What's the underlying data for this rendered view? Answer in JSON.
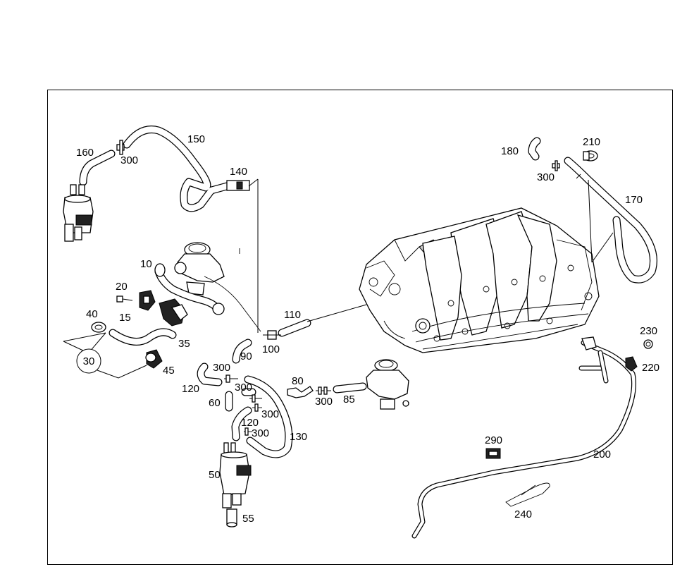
{
  "diagram": {
    "labels": {
      "l10": "10",
      "l15": "15",
      "l20": "20",
      "l30": "30",
      "l35": "35",
      "l40": "40",
      "l45": "45",
      "l50": "50",
      "l55": "55",
      "l60": "60",
      "l80": "80",
      "l85": "85",
      "l90": "90",
      "l100": "100",
      "l110": "110",
      "l120a": "120",
      "l120b": "120",
      "l130": "130",
      "l140": "140",
      "l150": "150",
      "l160": "160",
      "l170": "170",
      "l180": "180",
      "l200": "200",
      "l210": "210",
      "l220": "220",
      "l230": "230",
      "l240": "240",
      "l290": "290",
      "l300a": "300",
      "l300b": "300",
      "l300c": "300",
      "l300d": "300",
      "l300e": "300",
      "l300f": "300",
      "l300g": "300"
    }
  }
}
